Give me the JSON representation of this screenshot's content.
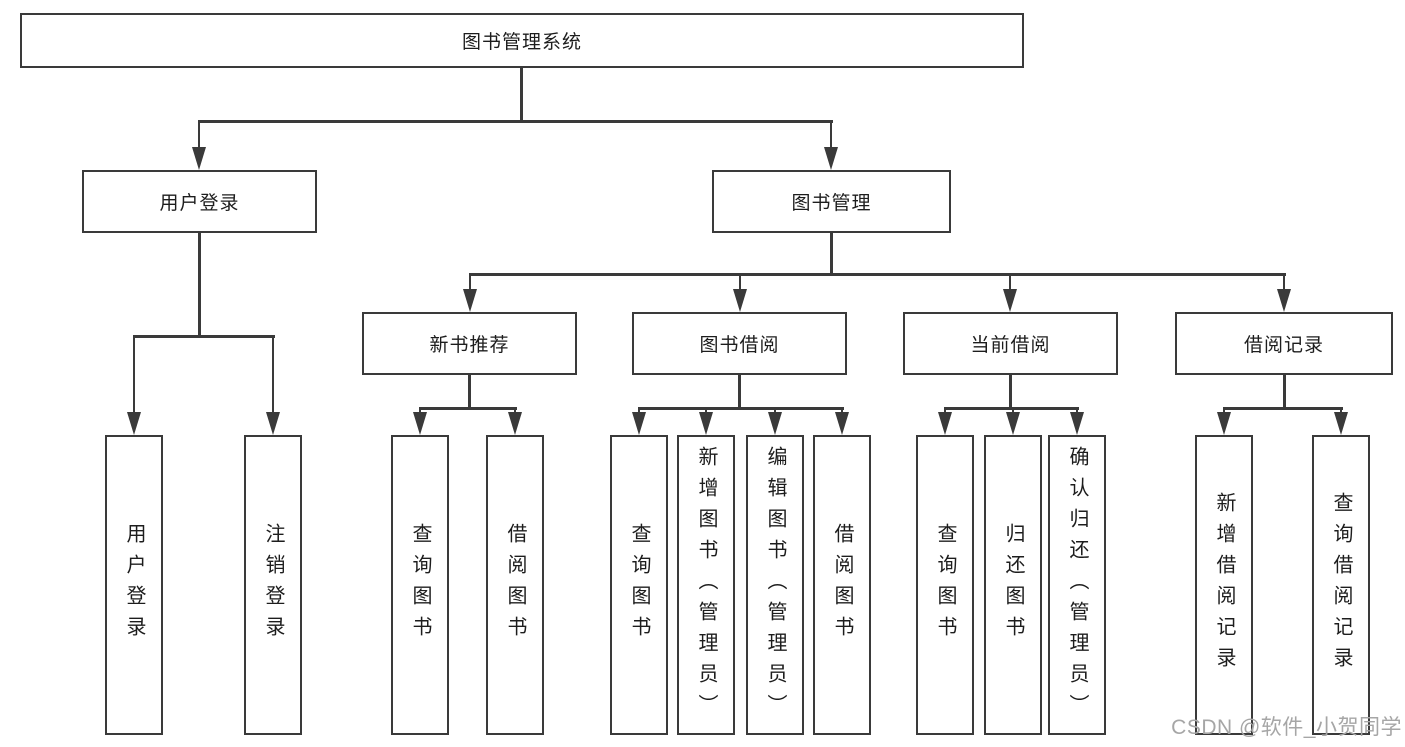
{
  "colors": {
    "line": "#3a3a3a",
    "text": "#1d1d1d",
    "watermark": "#a6a6a6",
    "background": "#ffffff"
  },
  "diagram_type": "hierarchy-tree",
  "tree": {
    "label": "图书管理系统",
    "children": [
      {
        "label": "用户登录",
        "children": [
          {
            "label": "用户登录"
          },
          {
            "label": "注销登录"
          }
        ]
      },
      {
        "label": "图书管理",
        "children": [
          {
            "label": "新书推荐",
            "children": [
              {
                "label": "查询图书"
              },
              {
                "label": "借阅图书"
              }
            ]
          },
          {
            "label": "图书借阅",
            "children": [
              {
                "label": "查询图书"
              },
              {
                "label": "新增图书（管理员）"
              },
              {
                "label": "编辑图书（管理员）"
              },
              {
                "label": "借阅图书"
              }
            ]
          },
          {
            "label": "当前借阅",
            "children": [
              {
                "label": "查询图书"
              },
              {
                "label": "归还图书"
              },
              {
                "label": "确认归还（管理员）"
              }
            ]
          },
          {
            "label": "借阅记录",
            "children": [
              {
                "label": "新增借阅记录"
              },
              {
                "label": "查询借阅记录"
              }
            ]
          }
        ]
      }
    ]
  },
  "watermark": {
    "text": "CSDN @软件_小贺同学"
  }
}
